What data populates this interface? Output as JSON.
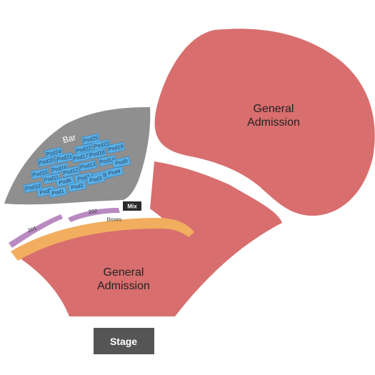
{
  "sections": {
    "ga_upper": {
      "line1": "General",
      "line2": "Admission"
    },
    "ga_lower": {
      "line1": "General",
      "line2": "Admission"
    },
    "bar": "Bar",
    "boxes": "Boxes",
    "suite_201": "201",
    "suite_202": "202",
    "mix": "Mix",
    "stage": "Stage"
  },
  "pods": [
    "Pod25",
    "Pod24",
    "Pod23",
    "Pod22",
    "Pod21",
    "Pod20",
    "Pod19",
    "Pod18",
    "Pod17",
    "Pod16",
    "Pod15",
    "Pod14",
    "Pod13",
    "Pod12",
    "Pod11",
    "Pod10",
    "Pod9",
    "Pod8",
    "Pod7",
    "Pod6",
    "Pod5",
    "Pod4",
    "Pod3",
    "Pod2",
    "Pod1"
  ],
  "colors": {
    "general_admission": "#d96e6e",
    "bar_area": "#8f8f8f",
    "boxes": "#f2ae5f",
    "suites": "#b98ac2",
    "pods": "#5db0e6",
    "mix": "#2b2b2b",
    "stage": "#555555"
  }
}
